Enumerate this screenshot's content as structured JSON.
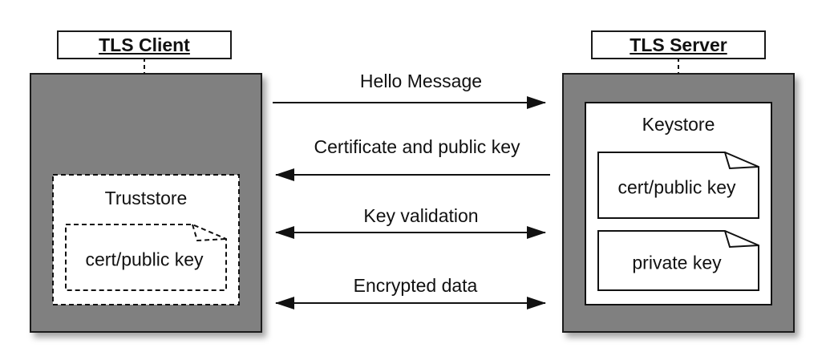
{
  "client": {
    "title": "TLS Client",
    "truststore": {
      "label": "Truststore",
      "cert_label": "cert/public key"
    }
  },
  "server": {
    "title": "TLS Server",
    "keystore": {
      "label": "Keystore",
      "cert_label": "cert/public key",
      "private_label": "private key"
    }
  },
  "messages": [
    {
      "label": "Hello Message",
      "direction": "to-server"
    },
    {
      "label": "Certificate and public key",
      "direction": "to-client"
    },
    {
      "label": "Key validation",
      "direction": "both"
    },
    {
      "label": "Encrypted data",
      "direction": "both"
    }
  ],
  "colors": {
    "node_fill": "#808080",
    "line": "#111111",
    "background": "#ffffff"
  }
}
